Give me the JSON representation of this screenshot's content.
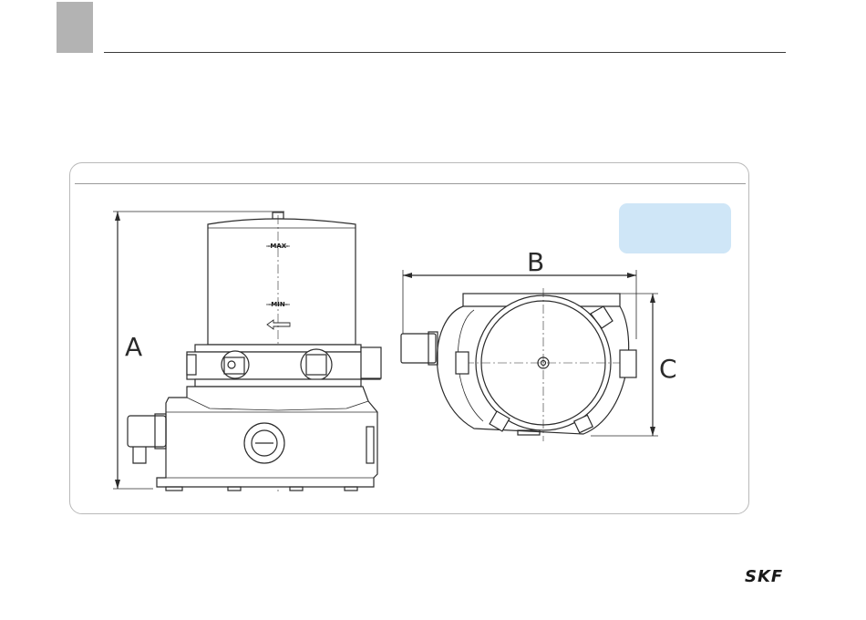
{
  "dimensions": {
    "a_label": "A",
    "b_label": "B",
    "c_label": "C"
  },
  "reservoir": {
    "max_label": "-MAX-",
    "min_label": "-MIN-"
  },
  "logo_text": "SKF",
  "colors": {
    "tab_block": "#b3b3b3",
    "info_box": "#cfe6f7",
    "line": "#2b2b2b"
  }
}
